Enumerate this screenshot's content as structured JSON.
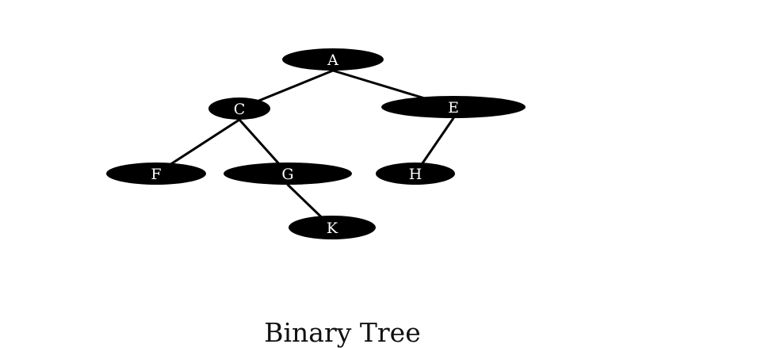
{
  "diagram": {
    "type": "binary-tree",
    "caption": "Binary Tree",
    "colors": {
      "node_fill": "#000000",
      "node_text": "#ffffff",
      "edge": "#000000",
      "background": "#ffffff"
    },
    "nodes": [
      {
        "id": "A",
        "label": "A"
      },
      {
        "id": "C",
        "label": "C"
      },
      {
        "id": "E",
        "label": "E"
      },
      {
        "id": "F",
        "label": "F"
      },
      {
        "id": "G",
        "label": "G"
      },
      {
        "id": "H",
        "label": "H"
      },
      {
        "id": "K",
        "label": "K"
      }
    ],
    "edges": [
      {
        "from": "A",
        "to": "C"
      },
      {
        "from": "A",
        "to": "E"
      },
      {
        "from": "C",
        "to": "F"
      },
      {
        "from": "C",
        "to": "G"
      },
      {
        "from": "E",
        "to": "H"
      },
      {
        "from": "G",
        "to": "K"
      }
    ]
  }
}
